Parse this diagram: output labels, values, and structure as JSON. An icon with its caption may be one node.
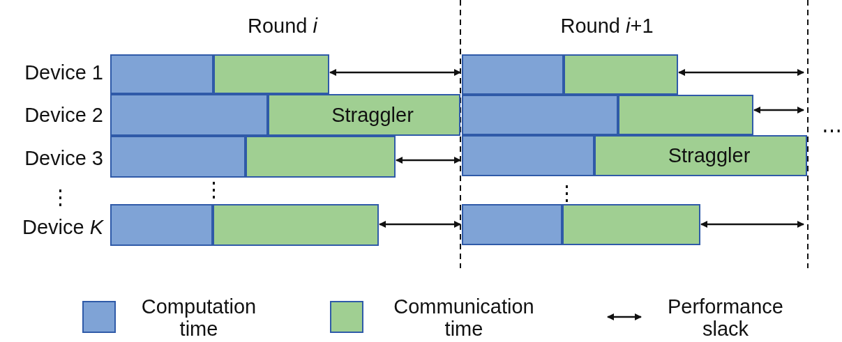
{
  "diagram": {
    "nodes": [
      {
        "text": [],
        "shape": "box"
      },
      {
        "text": [],
        "shape": "box"
      },
      {
        "text": [],
        "shape": "box"
      },
      {
        "text": [
          "Straggler"
        ]
      },
      {
        "text": [],
        "shape": "box"
      },
      {
        "text": [],
        "shape": "box"
      },
      {
        "text": [],
        "shape": "box"
      },
      {
        "text": [],
        "shape": "box"
      },
      {
        "text": [],
        "shape": "box"
      },
      {
        "text": [],
        "shape": "box"
      },
      {
        "text": [],
        "shape": "box"
      },
      {
        "text": [],
        "shape": "box"
      },
      {
        "text": [],
        "shape": "box"
      },
      {
        "text": [
          "Straggler"
        ]
      },
      {
        "text": [],
        "shape": "box"
      },
      {
        "text": [],
        "shape": "box"
      }
    ],
    "edges": [
      {
        "from": 1,
        "to": 8,
        "arrow": "both"
      },
      {
        "from": 5,
        "to": 12,
        "arrow": "both"
      },
      {
        "from": 7,
        "to": 14,
        "arrow": "both"
      },
      {
        "from": 9,
        "to": null,
        "arrow": "both"
      },
      {
        "from": 11,
        "to": null,
        "arrow": "both"
      },
      {
        "from": 15,
        "to": null,
        "arrow": "both"
      }
    ],
    "labels": [
      "Round *i*",
      "Round *i*+1",
      "Device 1",
      "Device 2",
      "Device 3",
      "⋮",
      "⋮",
      "⋮",
      "Device *K*",
      "⋯"
    ],
    "legend": [
      {
        "text": "Computation time",
        "color": "#7fa3d6"
      },
      {
        "text": "Communication time",
        "color": "#a0cf92"
      },
      {
        "text": "Performance slack"
      }
    ]
  }
}
